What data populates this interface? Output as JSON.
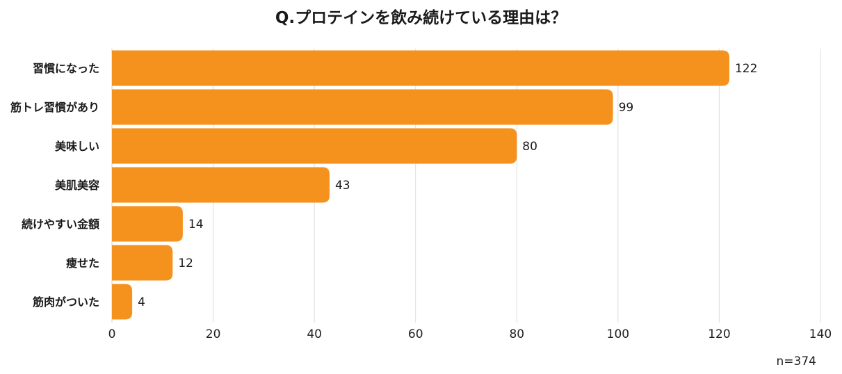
{
  "chart_data": {
    "type": "bar",
    "orientation": "horizontal",
    "title": "Q.プロテインを飲み続けている理由は？",
    "categories": [
      "習慣になった",
      "筋トレ習慣があり",
      "美味しい",
      "美肌美容",
      "続けやすい金額",
      "痩せた",
      "筋肉がついた"
    ],
    "values": [
      122,
      99,
      80,
      43,
      14,
      12,
      4
    ],
    "xlim": [
      0,
      140
    ],
    "xticks": [
      "0",
      "20",
      "40",
      "60",
      "80",
      "100",
      "120",
      "140"
    ],
    "grid": true,
    "legend": "none",
    "bar_color": "#f5921e",
    "note": "n=374"
  }
}
